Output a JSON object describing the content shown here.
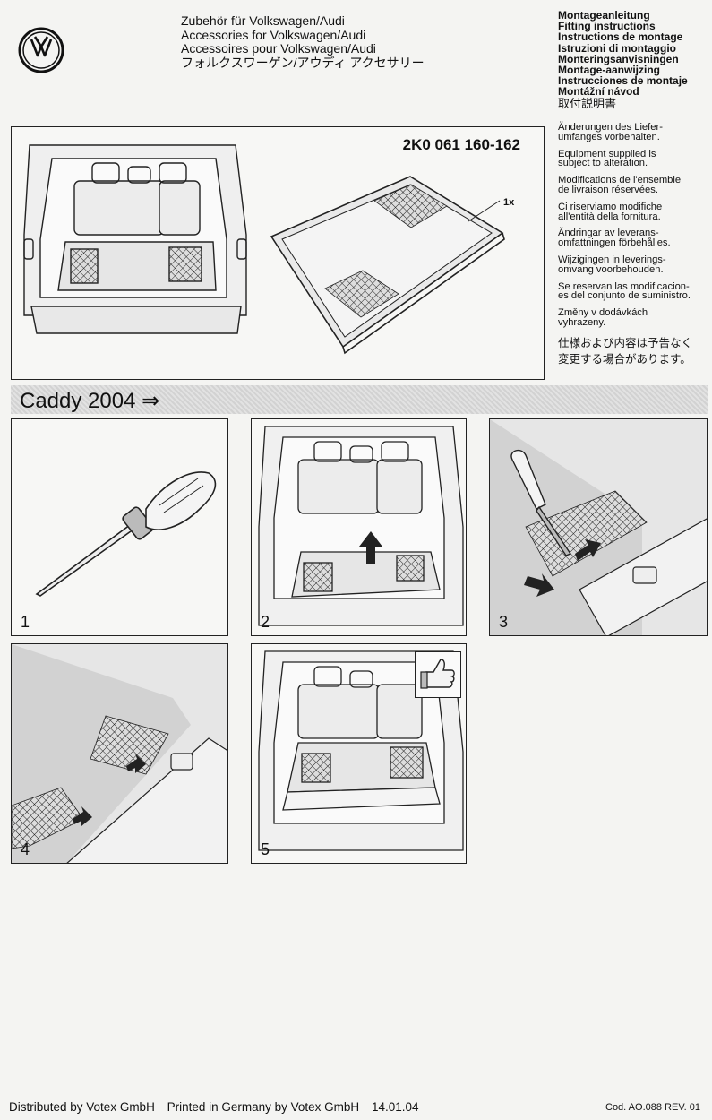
{
  "brand": {
    "logo_icon": "vw-logo-icon"
  },
  "accessories": [
    "Zubehör für Volkswagen/Audi",
    "Accessories for Volkswagen/Audi",
    "Accessoires pour Volkswagen/Audi",
    "フォルクスワーゲン/アウディ アクセサリー"
  ],
  "titles": [
    "Montageanleitung",
    "Fitting instructions",
    "Instructions de montage",
    "Istruzioni di montaggio",
    "Monteringsanvisningen",
    "Montage-aanwijzing",
    "Instrucciones de montaje",
    "Montážní návod"
  ],
  "titles_jp": "取付説明書",
  "notes": [
    "Änderungen des Liefer-\numfanges vorbehalten.",
    "Equipment supplied is\nsubject to alteration.",
    "Modifications de l'ensemble\nde livraison réservées.",
    "Ci riserviamo modifiche\nall'entità della fornitura.",
    "Ändringar av leverans-\nomfattningen förbehålles.",
    "Wijzigingen in leverings-\nomvang voorbehouden.",
    "Se reservan las modificacion-\nes del conjunto de suministro.",
    "Změny v dodávkách\nvyhrazeny."
  ],
  "notes_jp": "仕様および内容は予告なく\n変更する場合があります。",
  "part_number": "2K0 061 160-162",
  "quantity": "1x",
  "vehicle": "Caddy 2004 ⇒",
  "steps": [
    "1",
    "2",
    "3",
    "4",
    "5"
  ],
  "icons": {
    "screwdriver": "screwdriver-icon",
    "arrow": "arrow-icon",
    "thumbs_up": "thumbs-up-icon",
    "mat": "cargo-mat-icon",
    "van": "van-rear-icon"
  },
  "footer": {
    "distributed": "Distributed by Votex GmbH",
    "printed": "Printed in Germany by Votex GmbH",
    "date": "14.01.04",
    "code": "Cod. AO.088 REV. 01"
  }
}
